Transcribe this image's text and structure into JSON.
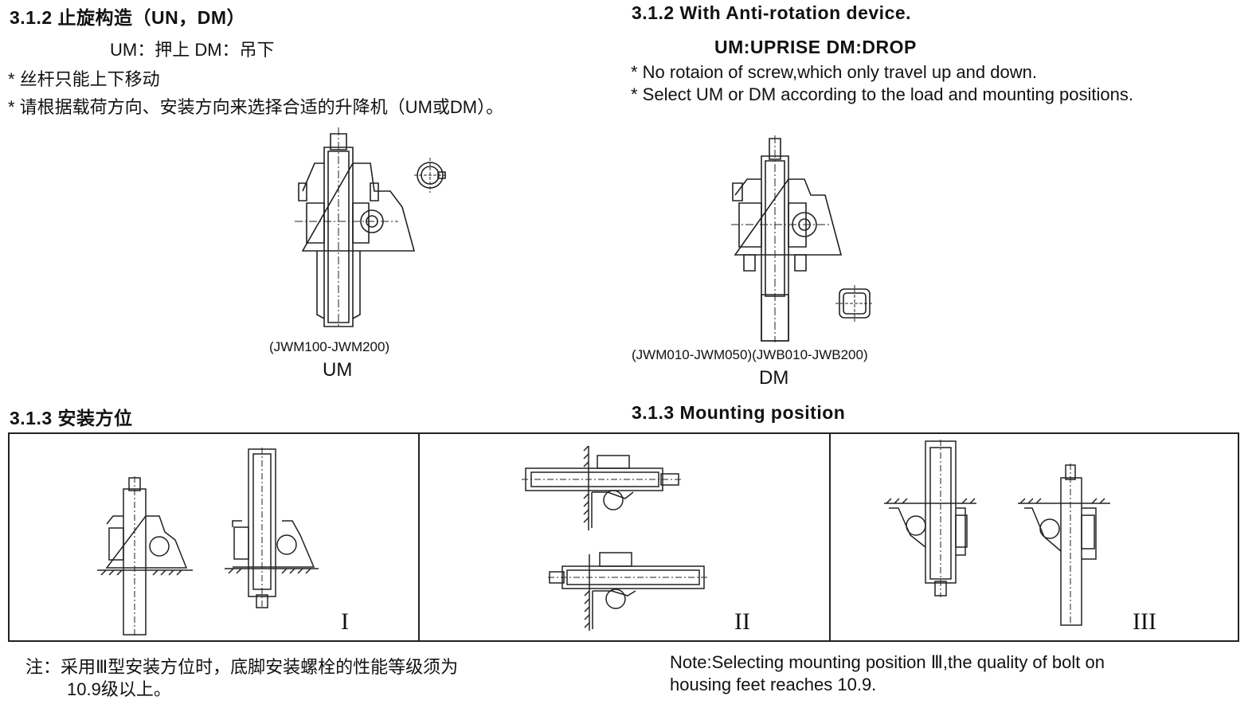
{
  "left": {
    "heading_312": "3.1.2 止旋构造（UN，DM）",
    "um_dm_line": "UM：押上      DM：吊下",
    "bullet1": "*  丝杆只能上下移动",
    "bullet2": "*  请根据载荷方向、安装方向来选择合适的升降机（UM或DM）。",
    "um_range": "(JWM100-JWM200)",
    "um_label": "UM",
    "heading_313": "3.1.3 安装方位",
    "note_line1": "注：采用Ⅲ型安装方位时，底脚安装螺栓的性能等级须为",
    "note_line2": "10.9级以上。"
  },
  "right": {
    "heading_312": "3.1.2 With Anti-rotation device.",
    "um_dm_line": "UM:UPRISE   DM:DROP",
    "bullet1": "*  No rotaion of screw,which only travel up and down.",
    "bullet2": "*  Select UM or DM according to the load and mounting positions.",
    "dm_range": "(JWM010-JWM050)(JWB010-JWB200)",
    "dm_label": "DM",
    "heading_313": "3.1.3 Mounting position",
    "note_line1": "Note:Selecting mounting position Ⅲ,the quality of bolt on",
    "note_line2": "housing feet reaches 10.9."
  },
  "positions": {
    "p1": "I",
    "p2": "II",
    "p3": "III"
  }
}
